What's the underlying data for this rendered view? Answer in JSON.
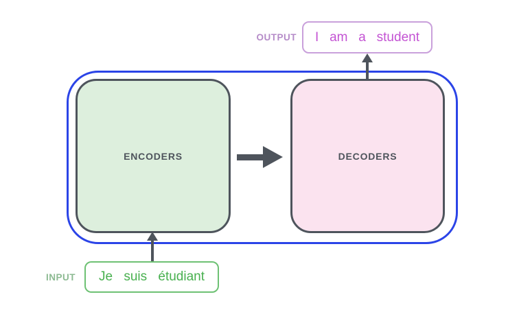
{
  "diagram": {
    "encoders_label": "ENCODERS",
    "decoders_label": "DECODERS",
    "output_label": "OUTPUT",
    "output_words": [
      "I",
      "am",
      "a",
      "student"
    ],
    "input_label": "INPUT",
    "input_words": [
      "Je",
      "suis",
      "étudiant"
    ]
  },
  "colors": {
    "blue": "#2b44e7",
    "slate": "#4e545c",
    "green_fill": "#ddefdd",
    "pink_fill": "#fbe3ef",
    "green_border": "#6dc173",
    "green_text": "#48b04f",
    "green_label": "#8cba92",
    "purple_border": "#c9a0db",
    "purple_text": "#c353d3",
    "purple_label": "#b58bc8"
  }
}
